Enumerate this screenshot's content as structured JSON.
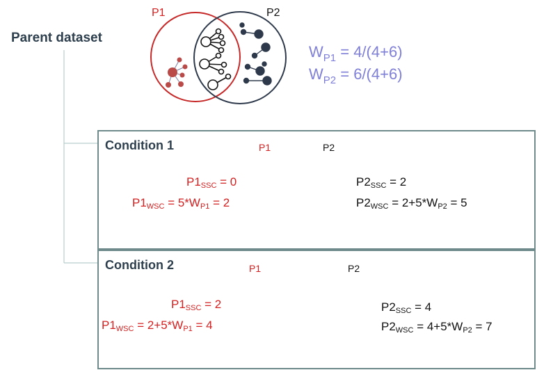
{
  "parent": {
    "label": "Parent dataset",
    "p1_label": "P1",
    "p2_label": "P2",
    "w_p1": {
      "prefix": "W",
      "sub": "P1",
      "expr": " = 4/(4+6)"
    },
    "w_p2": {
      "prefix": "W",
      "sub": "P2",
      "expr": " = 6/(4+6)"
    }
  },
  "condition1": {
    "title": "Condition 1",
    "p1_label": "P1",
    "p2_label": "P2",
    "p1_ssc": {
      "prefix": "P1",
      "sub": "SSC",
      "expr": " = 0"
    },
    "p1_wsc": {
      "prefix": "P1",
      "sub": "WSC",
      "mid": " = 5*W",
      "sub2": "P1",
      "expr": " = 2"
    },
    "p2_ssc": {
      "prefix": "P2",
      "sub": "SSC",
      "expr": " =  2"
    },
    "p2_wsc": {
      "prefix": "P2",
      "sub": "WSC",
      "mid": " = 2+5*W",
      "sub2": "P2",
      "expr": " = 5"
    }
  },
  "condition2": {
    "title": "Condition 2",
    "p1_label": "P1",
    "p2_label": "P2",
    "p1_ssc": {
      "prefix": "P1",
      "sub": "SSC",
      "expr": " = 2"
    },
    "p1_wsc": {
      "prefix": "P1",
      "sub": "WSC",
      "mid": " = 2+5*W",
      "sub2": "P1",
      "expr": " = 4"
    },
    "p2_ssc": {
      "prefix": "P2",
      "sub": "SSC",
      "expr": " = 4"
    },
    "p2_wsc": {
      "prefix": "P2",
      "sub": "WSC",
      "mid": " = 4+5*W",
      "sub2": "P2",
      "expr": " = 7"
    }
  },
  "colors": {
    "p1": "#c62828",
    "p2": "#2e3a4b",
    "weight": "#7f7fd8",
    "frame": "#6f8a8a"
  }
}
